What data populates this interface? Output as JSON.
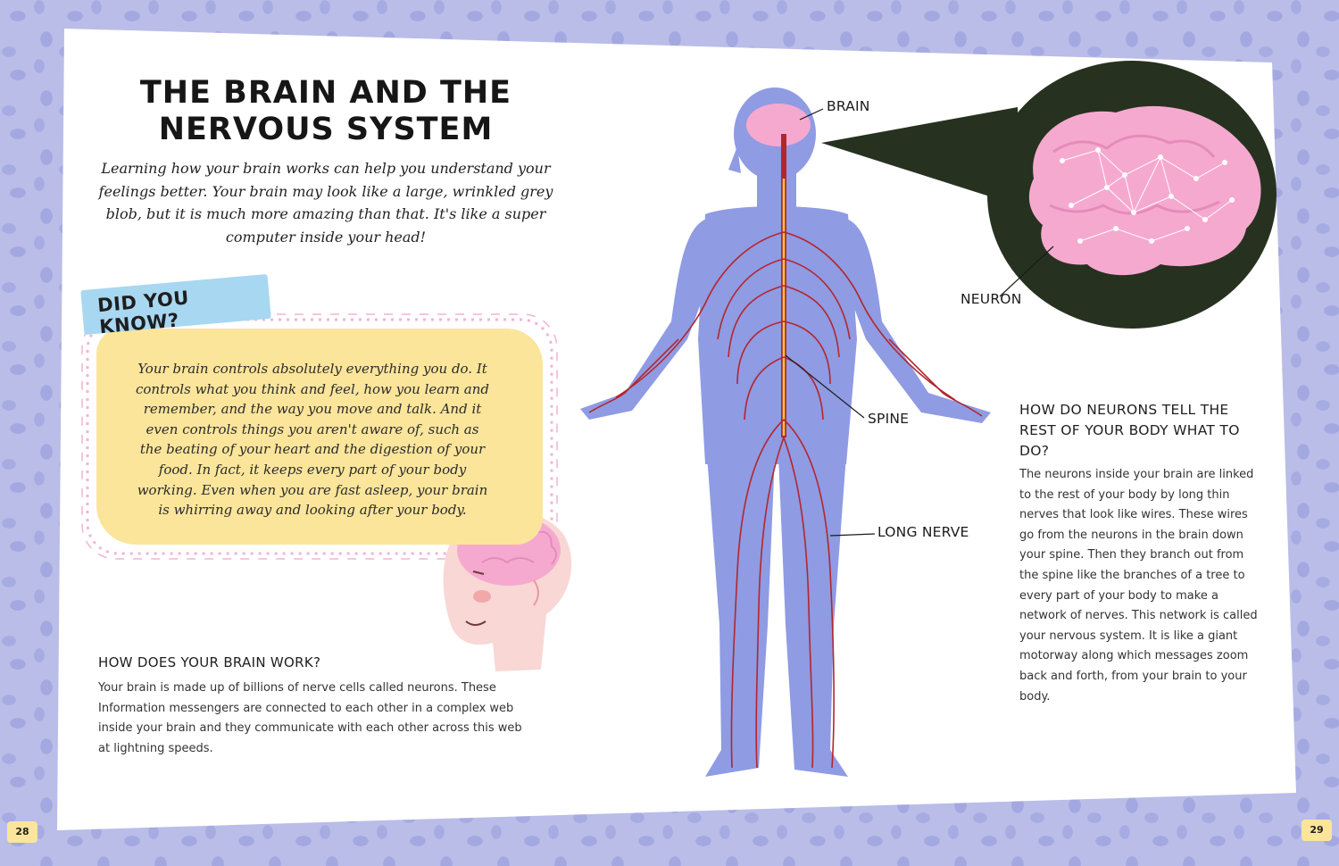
{
  "title_line1": "THE BRAIN AND THE",
  "title_line2": "NERVOUS SYSTEM",
  "intro": "Learning how your brain works can help you understand your feelings better. Your brain may look like a large, wrinkled grey blob, but it is much more amazing than that. It's like a super computer inside your head!",
  "did_you_know": {
    "tag": "DID YOU KNOW?",
    "body": "Your brain controls absolutely everything you do. It controls what you think and feel, how you learn and remember, and the way you move and talk. And it even controls things you aren't aware of, such as the beating of your heart and the digestion of your food. In fact, it keeps every part of your body working. Even when you are fast asleep, your brain is whirring away and looking after your body."
  },
  "left_section": {
    "heading": "HOW DOES YOUR BRAIN WORK?",
    "body": "Your brain is made up of billions of nerve cells called neurons. These Information messengers are connected to each other in a complex web inside your brain and they communicate with each other across this web at lightning speeds."
  },
  "labels": {
    "brain": "BRAIN",
    "neuron": "NEURON",
    "spine": "SPINE",
    "long_nerve": "LONG NERVE"
  },
  "right_section": {
    "heading": "HOW DO NEURONS TELL THE REST OF YOUR BODY WHAT TO DO?",
    "body": "The neurons inside your brain are linked to the rest of your body by long thin nerves that look like wires. These wires go from the neurons in the brain down your spine. Then they branch out from the spine like the branches of a tree to every part of your body to make a network of nerves. This network is called your nervous system. It is like a giant motorway along which messages zoom back and forth, from your brain to your body."
  },
  "page_numbers": {
    "left": "28",
    "right": "29"
  },
  "colors": {
    "background": "#b9bde8",
    "page": "#ffffff",
    "body_blue": "#8f9be3",
    "nerve_red": "#b3262e",
    "brain_pink": "#f6a9cf",
    "panel_yellow": "#fbe59b",
    "tag_blue": "#a8d7f1",
    "bubble_dark": "#26321f"
  }
}
